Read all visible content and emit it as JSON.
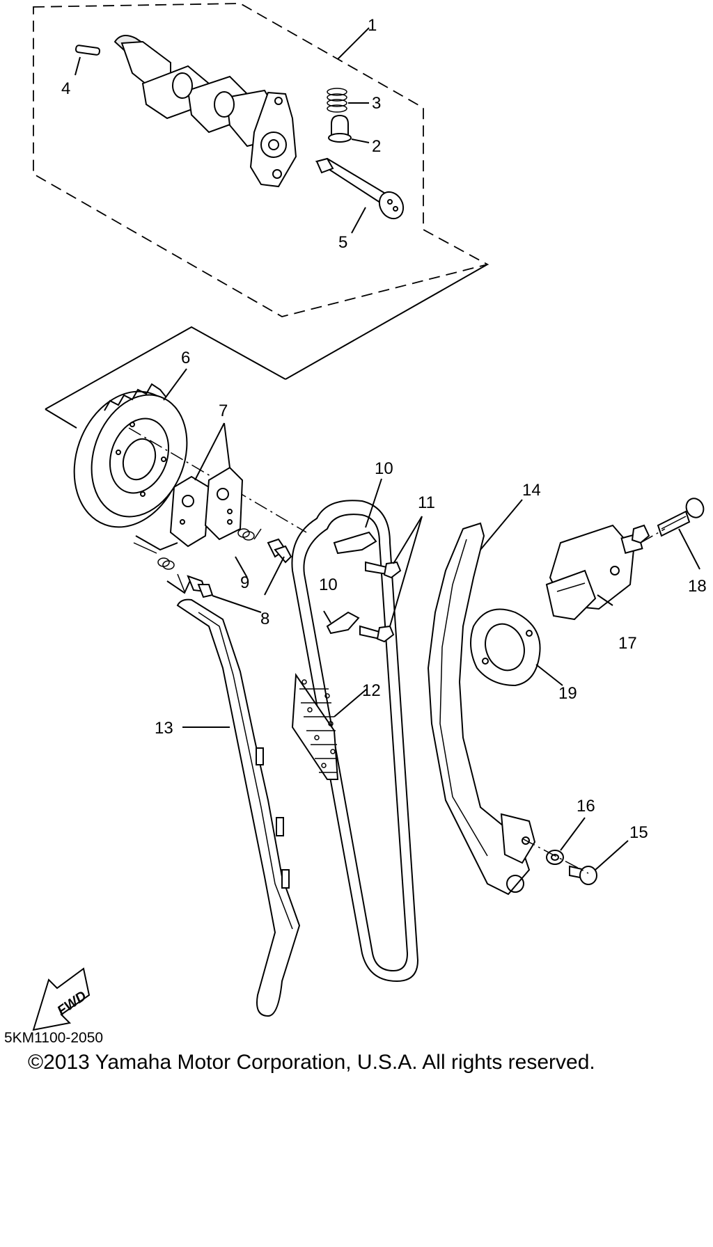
{
  "diagram": {
    "part_numbers": [
      "1",
      "2",
      "3",
      "4",
      "5",
      "6",
      "7",
      "8",
      "9",
      "10",
      "10",
      "11",
      "12",
      "13",
      "14",
      "15",
      "16",
      "17",
      "18",
      "19"
    ],
    "fwd_label": "FWD",
    "code": "5KM1100-2050",
    "copyright": "©2013 Yamaha Motor Corporation, U.S.A. All rights reserved."
  }
}
